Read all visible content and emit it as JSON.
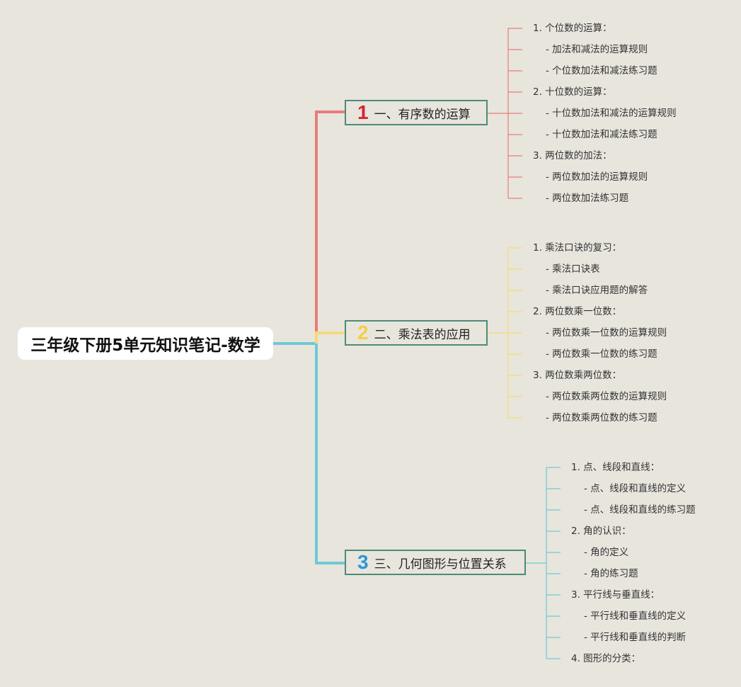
{
  "root": {
    "title": "三年级下册5单元知识笔记-数学"
  },
  "branches": [
    {
      "number": "1",
      "label": "一、有序数的运算",
      "color": "#e87d7b",
      "items": [
        "1. 个位数的运算：",
        "- 加法和减法的运算规则",
        "- 个位数加法和减法练习题",
        "2. 十位数的运算：",
        "- 十位数加法和减法的运算规则",
        "- 十位数加法和减法练习题",
        "3. 两位数的加法：",
        "- 两位数加法的运算规则",
        "- 两位数加法练习题"
      ]
    },
    {
      "number": "2",
      "label": "二、乘法表的应用",
      "color": "#f6d97a",
      "items": [
        "1. 乘法口诀的复习：",
        "- 乘法口诀表",
        "- 乘法口诀应用题的解答",
        "2. 两位数乘一位数：",
        "- 两位数乘一位数的运算规则",
        "- 两位数乘一位数的练习题",
        "3. 两位数乘两位数：",
        "- 两位数乘两位数的运算规则",
        "- 两位数乘两位数的练习题"
      ]
    },
    {
      "number": "3",
      "label": "三、几何图形与位置关系",
      "color": "#6ec9d6",
      "items": [
        "1. 点、线段和直线：",
        "- 点、线段和直线的定义",
        "- 点、线段和直线的练习题",
        "2. 角的认识：",
        "- 角的定义",
        "- 角的练习题",
        "3. 平行线与垂直线：",
        "- 平行线和垂直线的定义",
        "- 平行线和垂直线的判断",
        "4. 图形的分类："
      ]
    }
  ],
  "colors": {
    "number_1": "#d8232f",
    "number_2": "#f3cf46",
    "number_3": "#2f97d6",
    "node_border": "#4e8a78",
    "background": "#e8e5dd"
  }
}
